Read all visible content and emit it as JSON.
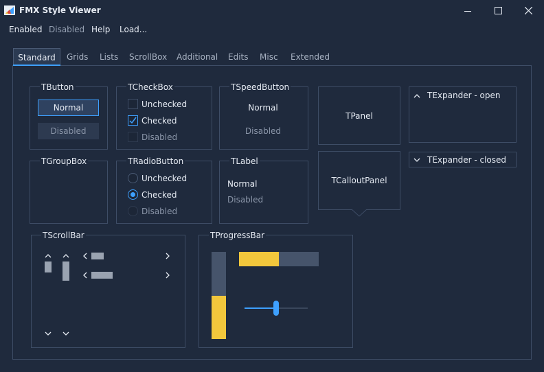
{
  "window": {
    "title": "FMX Style Viewer",
    "icon": "app-icon",
    "controls": [
      "minimize-icon",
      "maximize-icon",
      "close-icon"
    ]
  },
  "menu": {
    "enabled": "Enabled",
    "disabled": "Disabled",
    "help": "Help",
    "load": "Load..."
  },
  "tabs": {
    "standard": "Standard",
    "grids": "Grids",
    "lists": "Lists",
    "scrollbox": "ScrollBox",
    "additional": "Additional",
    "edits": "Edits",
    "misc": "Misc",
    "extended": "Extended"
  },
  "tbutton": {
    "title": "TButton",
    "normal": "Normal",
    "disabled": "Disabled"
  },
  "tcheckbox": {
    "title": "TCheckBox",
    "unchecked": "Unchecked",
    "checked": "Checked",
    "disabled": "Disabled"
  },
  "tspeedbutton": {
    "title": "TSpeedButton",
    "normal": "Normal",
    "disabled": "Disabled"
  },
  "tpanel": {
    "label": "TPanel"
  },
  "texpander_open": {
    "title": "TExpander - open"
  },
  "texpander_closed": {
    "title": "TExpander - closed"
  },
  "tgroupbox": {
    "title": "TGroupBox"
  },
  "tradiobutton": {
    "title": "TRadioButton",
    "unchecked": "Unchecked",
    "checked": "Checked",
    "disabled": "Disabled"
  },
  "tlabel": {
    "title": "TLabel",
    "normal": "Normal",
    "disabled": "Disabled"
  },
  "tcalloutpanel": {
    "label": "TCalloutPanel"
  },
  "tscrollbar": {
    "title": "TScrollBar"
  },
  "tprogressbar": {
    "title": "TProgressBar",
    "horizontal_progress": 0.5,
    "vertical_progress": 0.5,
    "trackbar_value": 0.5
  },
  "colors": {
    "background": "#1f2a3d",
    "border": "#3e4d66",
    "accent": "#3ea0ff",
    "progress_fill": "#f2c73c",
    "progress_track": "#46546b"
  }
}
